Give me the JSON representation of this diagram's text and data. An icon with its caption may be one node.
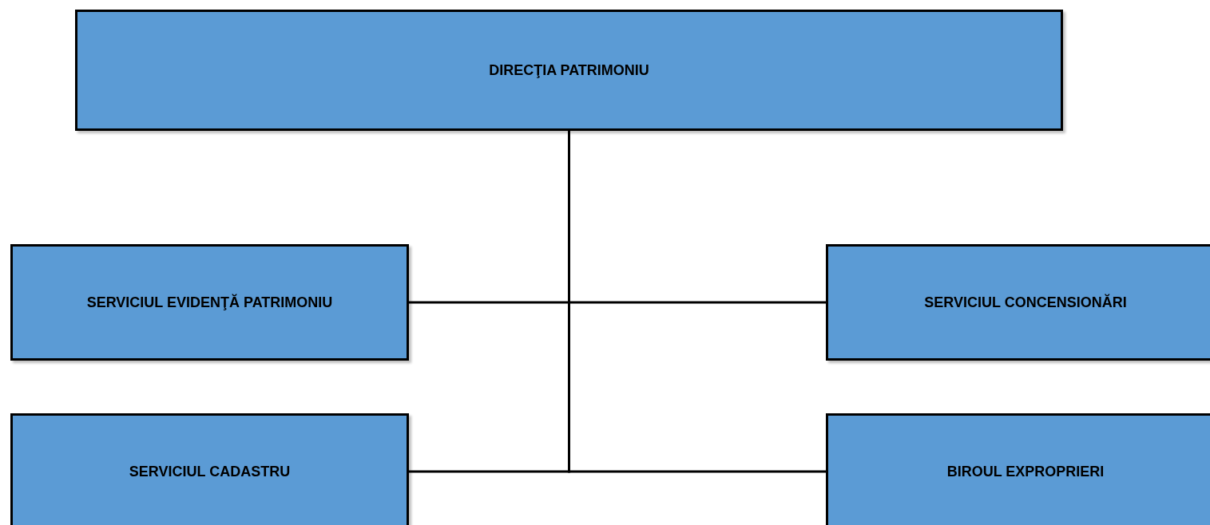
{
  "diagram": {
    "nodes": [
      {
        "text": [
          "DIRECŢIA PATRIMONIU"
        ]
      },
      {
        "text": [
          "SERVICIUL EVIDENŢĂ PATRIMONIU"
        ]
      },
      {
        "text": [
          "SERVICIUL CONCENSIONĂRI"
        ]
      },
      {
        "text": [
          "SERVICIUL CADASTRU"
        ]
      },
      {
        "text": [
          "BIROUL EXPROPRIERI"
        ]
      }
    ],
    "edges": [
      {
        "from": 0,
        "to": 1,
        "arrow": "none"
      },
      {
        "from": 0,
        "to": 2,
        "arrow": "none"
      },
      {
        "from": 0,
        "to": 3,
        "arrow": "none"
      },
      {
        "from": 0,
        "to": 4,
        "arrow": "none"
      }
    ]
  }
}
